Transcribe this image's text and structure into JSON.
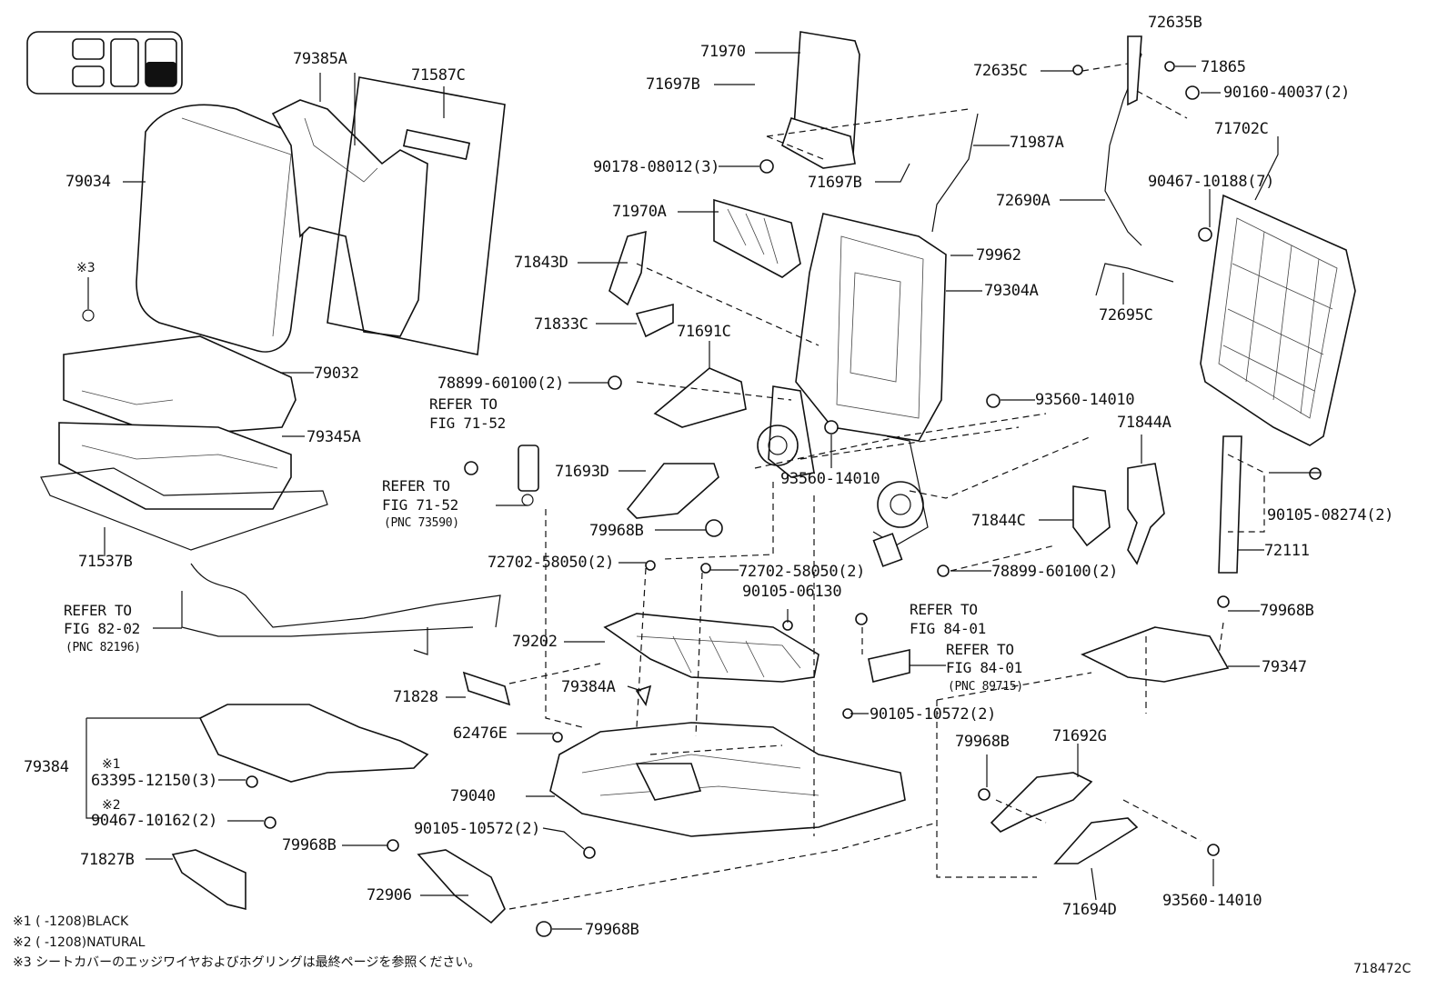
{
  "diagram_title": "",
  "figure_code": "718472C",
  "legend_icon": "seat-layout-icon",
  "labels": [
    {
      "id": "79385A",
      "text": "79385A"
    },
    {
      "id": "71587C",
      "text": "71587C"
    },
    {
      "id": "79034",
      "text": "79034"
    },
    {
      "id": "note3_ref",
      "text": "※3"
    },
    {
      "id": "79032",
      "text": "79032"
    },
    {
      "id": "79345A",
      "text": "79345A"
    },
    {
      "id": "71537B",
      "text": "71537B"
    },
    {
      "id": "refer_82_02",
      "text": "REFER TO"
    },
    {
      "id": "fig_82_02",
      "text": "FIG 82-02"
    },
    {
      "id": "pnc_82196",
      "text": "(PNC 82196)"
    },
    {
      "id": "refer_71_52a",
      "text": "REFER TO"
    },
    {
      "id": "fig_71_52a",
      "text": "FIG 71-52"
    },
    {
      "id": "refer_71_52b",
      "text": "REFER TO"
    },
    {
      "id": "fig_71_52b",
      "text": "FIG 71-52"
    },
    {
      "id": "pnc_73590",
      "text": "(PNC 73590)"
    },
    {
      "id": "79384",
      "text": "79384"
    },
    {
      "id": "note1_ref",
      "text": "※1"
    },
    {
      "id": "63395",
      "text": "63395-12150(3)"
    },
    {
      "id": "note2_ref",
      "text": "※2"
    },
    {
      "id": "90467_10162",
      "text": "90467-10162(2)"
    },
    {
      "id": "71827B",
      "text": "71827B"
    },
    {
      "id": "71970",
      "text": "71970"
    },
    {
      "id": "71697B_a",
      "text": "71697B"
    },
    {
      "id": "90178",
      "text": "90178-08012(3)"
    },
    {
      "id": "71697B_b",
      "text": "71697B"
    },
    {
      "id": "71987A",
      "text": "71987A"
    },
    {
      "id": "71970A",
      "text": "71970A"
    },
    {
      "id": "71843D",
      "text": "71843D"
    },
    {
      "id": "71833C",
      "text": "71833C"
    },
    {
      "id": "71691C",
      "text": "71691C"
    },
    {
      "id": "78899_a",
      "text": "78899-60100(2)"
    },
    {
      "id": "71693D",
      "text": "71693D"
    },
    {
      "id": "79968B_a",
      "text": "79968B"
    },
    {
      "id": "93560_a",
      "text": "93560-14010"
    },
    {
      "id": "79962",
      "text": "79962"
    },
    {
      "id": "79304A",
      "text": "79304A"
    },
    {
      "id": "93560_b",
      "text": "93560-14010"
    },
    {
      "id": "72702_a",
      "text": "72702-58050(2)"
    },
    {
      "id": "72702_b",
      "text": "72702-58050(2)"
    },
    {
      "id": "90105_06130",
      "text": "90105-06130"
    },
    {
      "id": "79202",
      "text": "79202"
    },
    {
      "id": "71828",
      "text": "71828"
    },
    {
      "id": "79384A",
      "text": "79384A"
    },
    {
      "id": "62476E",
      "text": "62476E"
    },
    {
      "id": "79040",
      "text": "79040"
    },
    {
      "id": "90105_10572_a",
      "text": "90105-10572(2)"
    },
    {
      "id": "79968B_b",
      "text": "79968B"
    },
    {
      "id": "72906",
      "text": "72906"
    },
    {
      "id": "79968B_c",
      "text": "79968B"
    },
    {
      "id": "72635B",
      "text": "72635B"
    },
    {
      "id": "72635C",
      "text": "72635C"
    },
    {
      "id": "71865",
      "text": "71865"
    },
    {
      "id": "90160",
      "text": "90160-40037(2)"
    },
    {
      "id": "71702C",
      "text": "71702C"
    },
    {
      "id": "90467_10188",
      "text": "90467-10188(7)"
    },
    {
      "id": "72690A",
      "text": "72690A"
    },
    {
      "id": "72695C",
      "text": "72695C"
    },
    {
      "id": "71844A",
      "text": "71844A"
    },
    {
      "id": "71844C",
      "text": "71844C"
    },
    {
      "id": "78899_b",
      "text": "78899-60100(2)"
    },
    {
      "id": "72111",
      "text": "72111"
    },
    {
      "id": "90105_08274",
      "text": "90105-08274(2)"
    },
    {
      "id": "refer_84_01a",
      "text": "REFER TO"
    },
    {
      "id": "fig_84_01a",
      "text": "FIG 84-01"
    },
    {
      "id": "refer_84_01b",
      "text": "REFER TO"
    },
    {
      "id": "fig_84_01b",
      "text": "FIG 84-01"
    },
    {
      "id": "pnc_89715",
      "text": "(PNC 89715)"
    },
    {
      "id": "79968B_d",
      "text": "79968B"
    },
    {
      "id": "79347",
      "text": "79347"
    },
    {
      "id": "90105_10572_b",
      "text": "90105-10572(2)"
    },
    {
      "id": "79968B_e",
      "text": "79968B"
    },
    {
      "id": "71692G",
      "text": "71692G"
    },
    {
      "id": "71694D",
      "text": "71694D"
    },
    {
      "id": "93560_c",
      "text": "93560-14010"
    }
  ],
  "notes": [
    {
      "id": "n1",
      "text": "※1 (     -1208)BLACK"
    },
    {
      "id": "n2",
      "text": "※2 (     -1208)NATURAL"
    },
    {
      "id": "n3",
      "text": "※3 シートカバーのエッジワイヤおよびホグリングは最終ページを参照ください。"
    }
  ]
}
